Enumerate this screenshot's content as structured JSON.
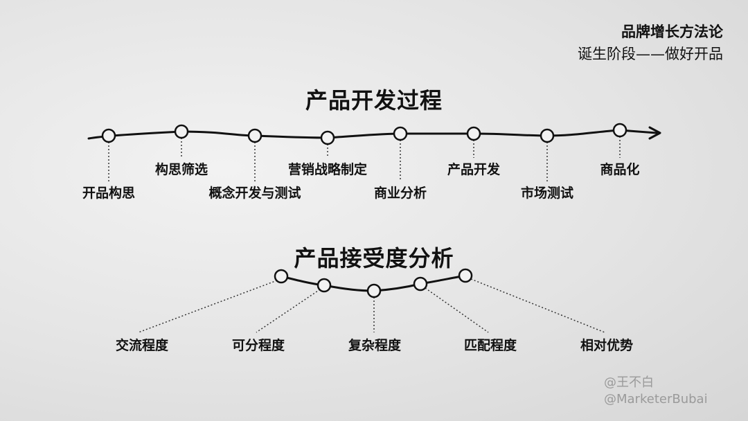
{
  "header": {
    "line1": "品牌增长方法论",
    "line2": "诞生阶段——做好开品"
  },
  "process": {
    "title": "产品开发过程",
    "stages": [
      "开品构思",
      "构思筛选",
      "概念开发与测试",
      "营销战略制定",
      "商业分析",
      "产品开发",
      "市场测试",
      "商品化"
    ]
  },
  "acceptance": {
    "title": "产品接受度分析",
    "factors": [
      "交流程度",
      "可分程度",
      "复杂程度",
      "匹配程度",
      "相对优势"
    ]
  },
  "watermark": {
    "line1": "@王不白",
    "line2": "@MarketerBubai"
  }
}
